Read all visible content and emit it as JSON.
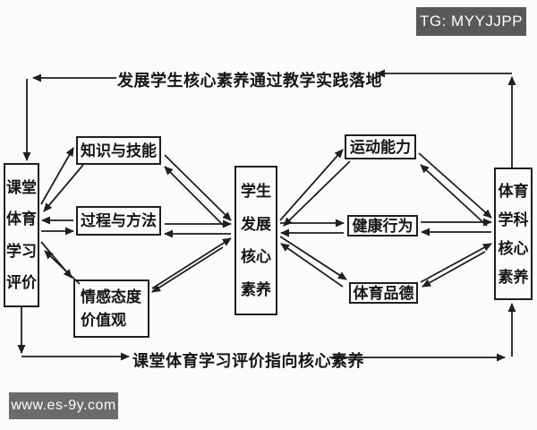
{
  "badges": {
    "tg_label": "TG: MYYJJPP",
    "watermark_label": "www.es-9y.com"
  },
  "banners": {
    "top": "发展学生核心素养通过教学实践落地",
    "bottom": "课堂体育学习评价指向核心素养"
  },
  "nodes": {
    "classroom_eval": {
      "lines": [
        "课堂",
        "体育",
        "学习",
        "评价"
      ]
    },
    "knowledge_skills": {
      "label": "知识与技能"
    },
    "process_methods": {
      "label": "过程与方法"
    },
    "emotion_attitude": {
      "lines": [
        "情感态度",
        "价值观"
      ]
    },
    "student_core": {
      "lines": [
        "学生",
        "发展",
        "核心",
        "素养"
      ]
    },
    "sport_ability": {
      "label": "运动能力"
    },
    "health_behavior": {
      "label": "健康行为"
    },
    "sport_morality": {
      "label": "体育品德"
    },
    "pe_subject_core": {
      "lines": [
        "体育",
        "学科",
        "核心",
        "素养"
      ]
    }
  },
  "colors": {
    "line": "#1f1f1f",
    "box_border": "#1f1f1f",
    "badge_bg": "#58595b",
    "watermark_bg": "#6b6b6b",
    "background": "#fbfbfb",
    "text": "#151515"
  }
}
